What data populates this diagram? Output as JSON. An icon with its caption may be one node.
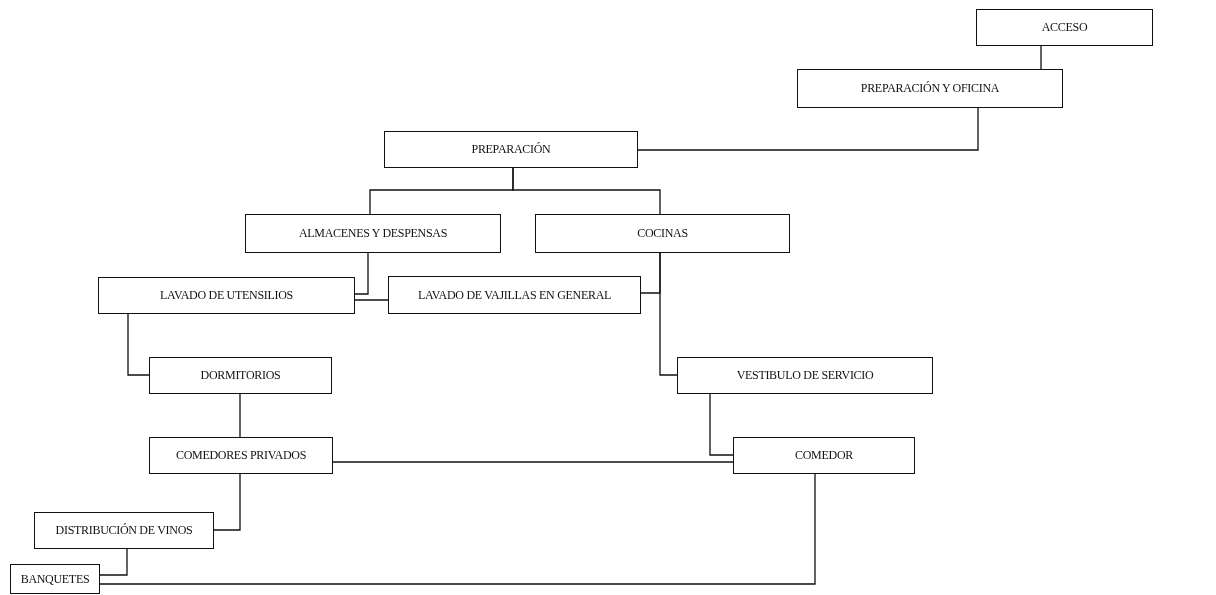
{
  "diagram": {
    "nodes": [
      {
        "text": [
          "ACCESO"
        ]
      },
      {
        "text": [
          "PREPARACIÓN Y OFICINA"
        ]
      },
      {
        "text": [
          "PREPARACIÓN"
        ]
      },
      {
        "text": [
          "ALMACENES Y DESPENSAS"
        ]
      },
      {
        "text": [
          "COCINAS"
        ]
      },
      {
        "text": [
          "LAVADO DE UTENSILIOS"
        ]
      },
      {
        "text": [
          "LAVADO DE VAJILLAS EN GENERAL"
        ]
      },
      {
        "text": [
          "DORMITORIOS"
        ]
      },
      {
        "text": [
          "VESTIBULO DE SERVICIO"
        ]
      },
      {
        "text": [
          "COMEDORES PRIVADOS"
        ]
      },
      {
        "text": [
          "COMEDOR"
        ]
      },
      {
        "text": [
          "DISTRIBUCIÓN DE VINOS"
        ]
      },
      {
        "text": [
          "BANQUETES"
        ]
      }
    ],
    "edges": [
      {
        "from": 0,
        "to": 1,
        "arrow": "none"
      },
      {
        "from": 1,
        "to": 2,
        "arrow": "none"
      },
      {
        "from": 2,
        "to": 3,
        "arrow": "none"
      },
      {
        "from": 2,
        "to": 4,
        "arrow": "none"
      },
      {
        "from": 3,
        "to": 5,
        "arrow": "none"
      },
      {
        "from": 5,
        "to": 6,
        "arrow": "none"
      },
      {
        "from": 6,
        "to": 4,
        "arrow": "none"
      },
      {
        "from": 4,
        "to": 8,
        "arrow": "none"
      },
      {
        "from": 5,
        "to": 7,
        "arrow": "none"
      },
      {
        "from": 7,
        "to": 9,
        "arrow": "none"
      },
      {
        "from": 9,
        "to": 10,
        "arrow": "none"
      },
      {
        "from": 8,
        "to": 10,
        "arrow": "none"
      },
      {
        "from": 9,
        "to": 11,
        "arrow": "none"
      },
      {
        "from": 11,
        "to": 12,
        "arrow": "none"
      },
      {
        "from": 10,
        "to": 12,
        "arrow": "none"
      }
    ]
  }
}
